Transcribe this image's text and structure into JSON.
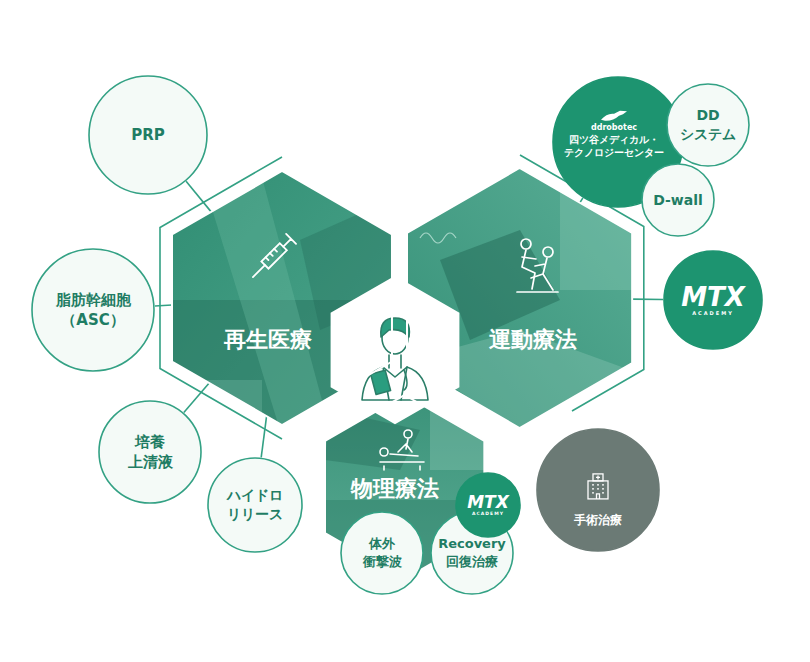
{
  "diagram": {
    "nodes": [
      {
        "text": [
          "PRP"
        ]
      },
      {
        "text": [
          "ddrobotec",
          "四ツ谷メディカル・ テクノロジーセンター"
        ]
      },
      {
        "text": [
          "DD システム"
        ]
      },
      {
        "text": [
          "D-wall"
        ]
      },
      {
        "text": [
          "脂肪幹細胞 （ASC）"
        ]
      },
      {
        "text": [
          "再生医療"
        ]
      },
      {
        "text": [
          "運動療法"
        ]
      },
      {
        "text": [
          "MTX",
          "ACADEMY"
        ]
      },
      {
        "text": [
          "培養 上清液"
        ]
      },
      {
        "text": [
          "物理療法"
        ]
      },
      {
        "text": [
          "MTX",
          "ACADEMY"
        ]
      },
      {
        "text": [
          "ハイドロ リリース"
        ]
      },
      {
        "text": [
          "手術治療"
        ]
      },
      {
        "text": [
          "体外 衝撃波"
        ]
      },
      {
        "text": [
          "Recovery 回復治療"
        ]
      }
    ],
    "edges": [
      {
        "from": 0,
        "to": 5,
        "arrow": "none"
      },
      {
        "from": 4,
        "to": 5,
        "arrow": "none"
      },
      {
        "from": 8,
        "to": 5,
        "arrow": "none"
      },
      {
        "from": 11,
        "to": 5,
        "arrow": "none"
      },
      {
        "from": 1,
        "to": 6,
        "arrow": "none"
      },
      {
        "from": 7,
        "to": 6,
        "arrow": "none"
      }
    ]
  }
}
